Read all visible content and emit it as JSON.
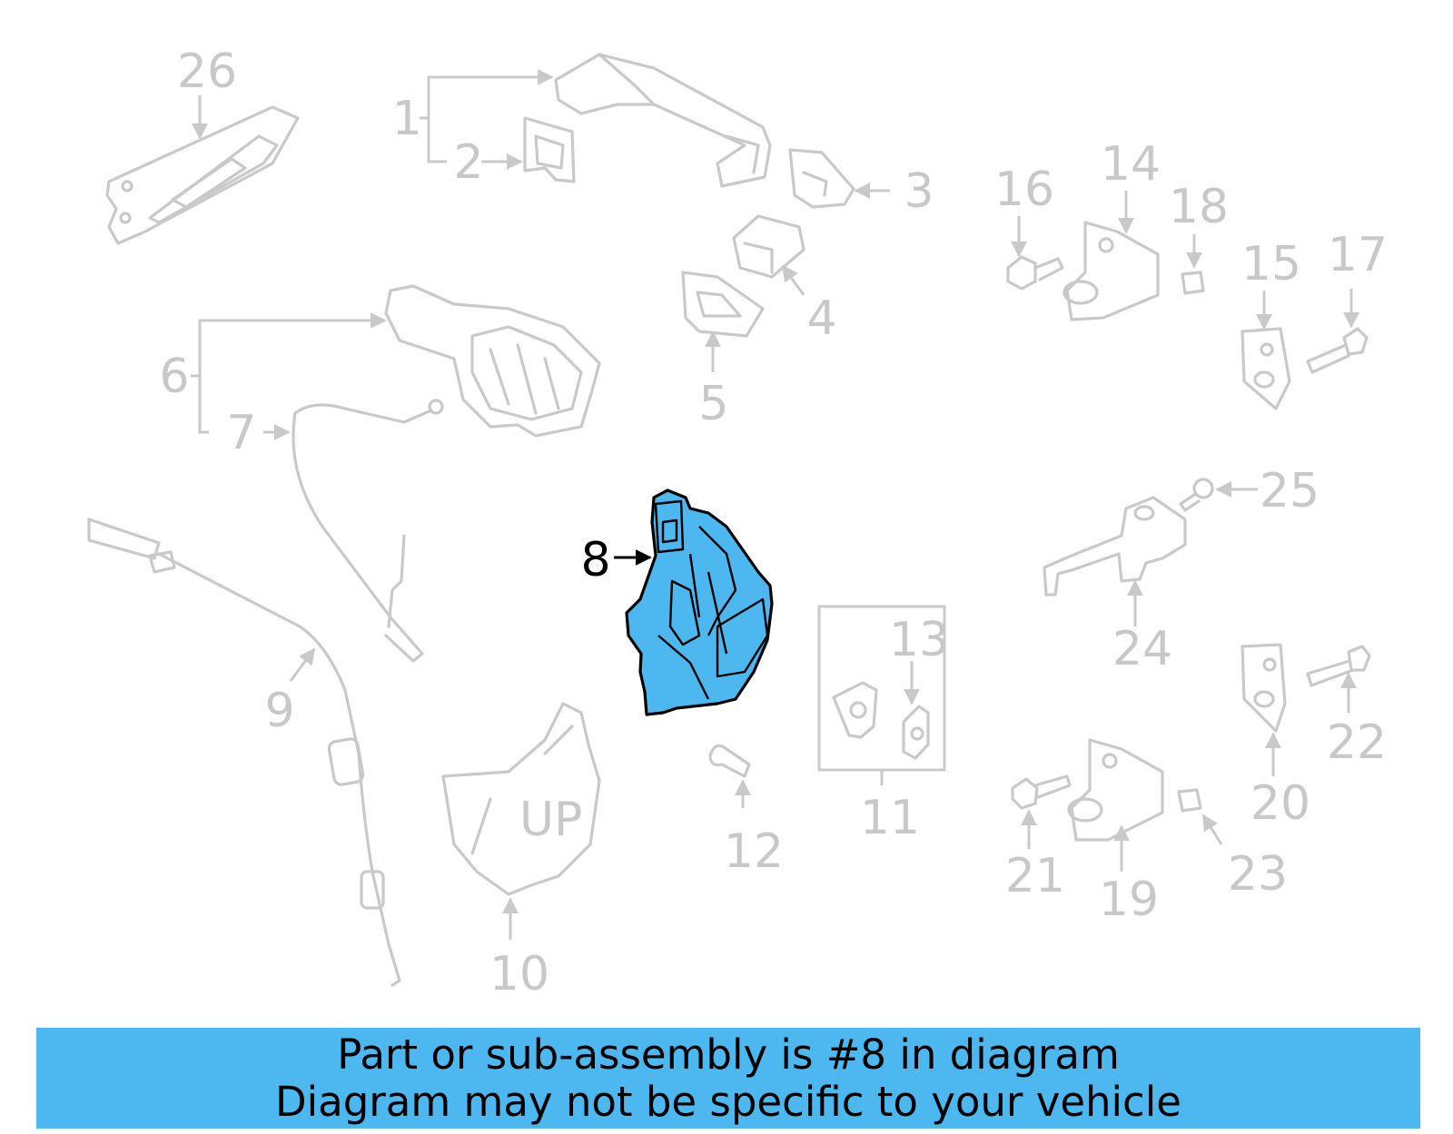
{
  "diagram": {
    "highlighted_part": "8",
    "highlight_color": "#4db8f0",
    "part_color": "#c9c9c9",
    "callouts": {
      "c1": "1",
      "c2": "2",
      "c3": "3",
      "c4": "4",
      "c5": "5",
      "c6": "6",
      "c7": "7",
      "c8": "8",
      "c9": "9",
      "c10": "10",
      "c11": "11",
      "c12": "12",
      "c13": "13",
      "c14": "14",
      "c15": "15",
      "c16": "16",
      "c17": "17",
      "c18": "18",
      "c19": "19",
      "c20": "20",
      "c21": "21",
      "c22": "22",
      "c23": "23",
      "c24": "24",
      "c25": "25",
      "c26": "26"
    },
    "stamp_text": "UP"
  },
  "banner": {
    "line1": "Part or sub-assembly is #8 in diagram",
    "line2": "Diagram may not be specific to your vehicle",
    "background": "#4db8f0"
  }
}
